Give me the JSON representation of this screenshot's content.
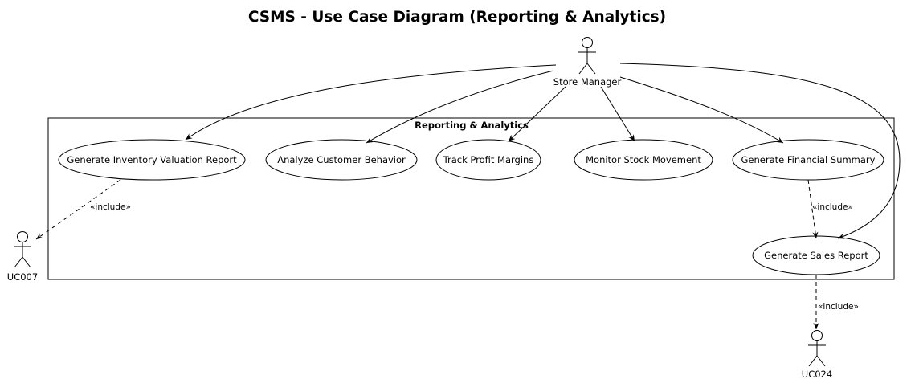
{
  "title": "CSMS - Use Case Diagram (Reporting & Analytics)",
  "system": {
    "label": "Reporting & Analytics"
  },
  "actors": {
    "store_manager": "Store Manager",
    "uc007": "UC007",
    "uc024": "UC024"
  },
  "use_cases": {
    "inventory_valuation": "Generate Inventory Valuation Report",
    "customer_behavior": "Analyze Customer Behavior",
    "profit_margins": "Track Profit Margins",
    "stock_movement": "Monitor Stock Movement",
    "financial_summary": "Generate Financial Summary",
    "sales_report": "Generate Sales Report"
  },
  "relations": {
    "include_label": "«include»"
  }
}
